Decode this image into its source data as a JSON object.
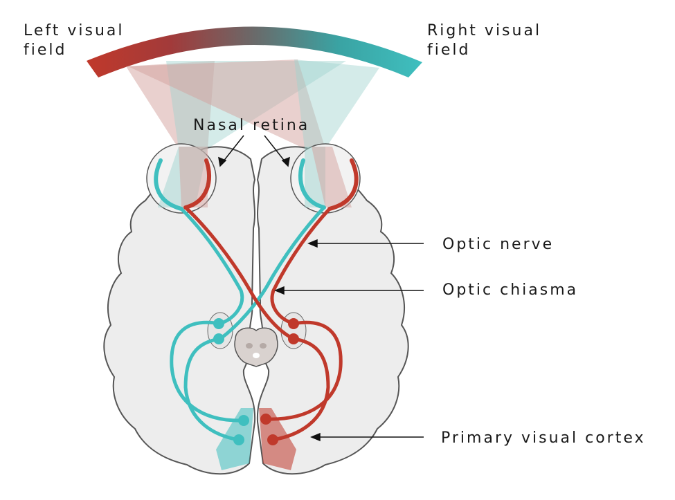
{
  "labels": {
    "left_visual_field": [
      "Left visual",
      "field"
    ],
    "right_visual_field": [
      "Right visual",
      "field"
    ],
    "nasal_retina": "Nasal retina",
    "optic_nerve": "Optic nerve",
    "optic_chiasma": "Optic chiasma",
    "primary_visual_cortex": "Primary visual cortex"
  },
  "colors": {
    "left_field": "#c0392b",
    "right_field": "#3fbfbf",
    "brain_fill": "#ededed",
    "brain_outline": "#555555",
    "field_left_cone": "#d9a9a6",
    "field_right_cone": "#a6d9d6"
  }
}
